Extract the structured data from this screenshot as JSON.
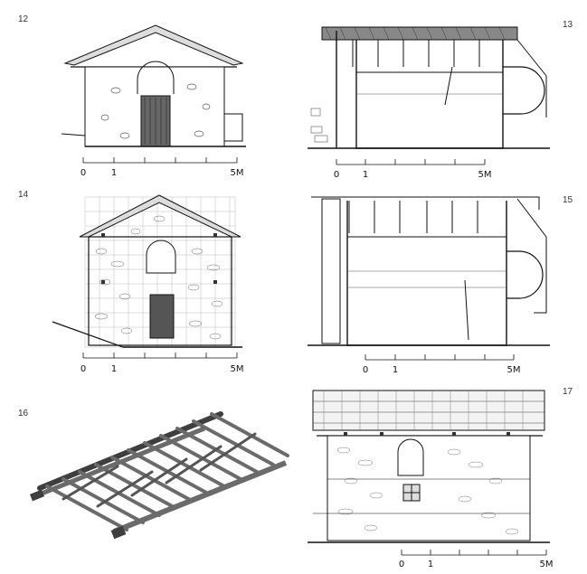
{
  "figures": [
    {
      "number": "12",
      "scale": {
        "zero": "0",
        "one": "1",
        "max": "5M"
      }
    },
    {
      "number": "13",
      "scale": {
        "zero": "0",
        "one": "1",
        "max": "5M"
      }
    },
    {
      "number": "14",
      "scale": {
        "zero": "0",
        "one": "1",
        "max": "5M"
      }
    },
    {
      "number": "15",
      "scale": {
        "zero": "0",
        "one": "1",
        "max": "5M"
      }
    },
    {
      "number": "16"
    },
    {
      "number": "17",
      "scale": {
        "zero": "0",
        "one": "1",
        "max": "5M"
      }
    }
  ],
  "colors": {
    "line": "#111111",
    "stone": "#555555",
    "grid": "#bbbbbb",
    "truss": "#6b6b6b",
    "truss_dark": "#3e3e3e"
  }
}
